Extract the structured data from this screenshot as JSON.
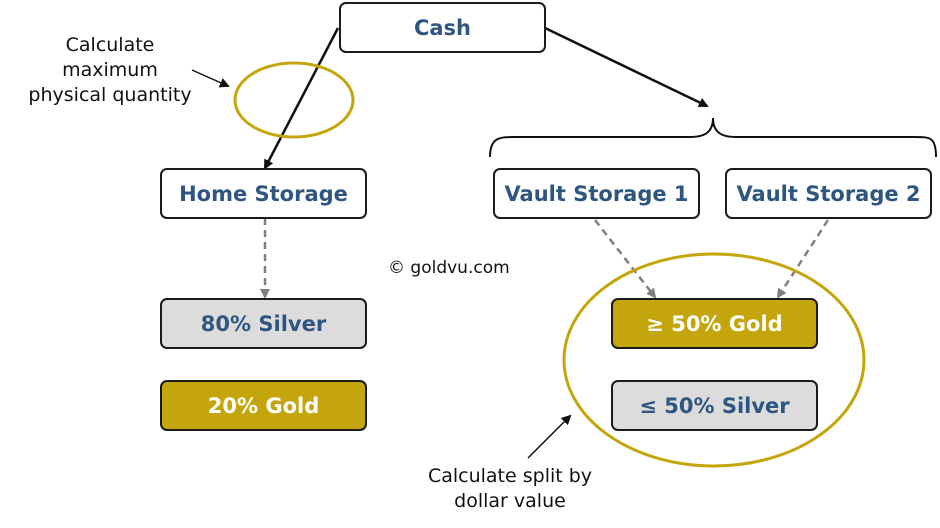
{
  "nodes": {
    "cash": "Cash",
    "home_storage": "Home Storage",
    "vault_storage_1": "Vault Storage 1",
    "vault_storage_2": "Vault Storage 2",
    "home_silver": "80% Silver",
    "home_gold": "20% Gold",
    "vault_gold": "≥ 50% Gold",
    "vault_silver": "≤ 50% Silver"
  },
  "annotations": {
    "quantity_note": [
      "Calculate",
      "maximum",
      "physical quantity"
    ],
    "split_note": [
      "Calculate split by",
      "dollar value"
    ],
    "copyright": "© goldvu.com"
  },
  "colors": {
    "gold_fill": "#c4a50b",
    "silver_fill": "#dcdcdc",
    "node_text": "#2e5680",
    "highlight_ellipse": "#c4a50b",
    "dashed_arrow": "#808080"
  }
}
